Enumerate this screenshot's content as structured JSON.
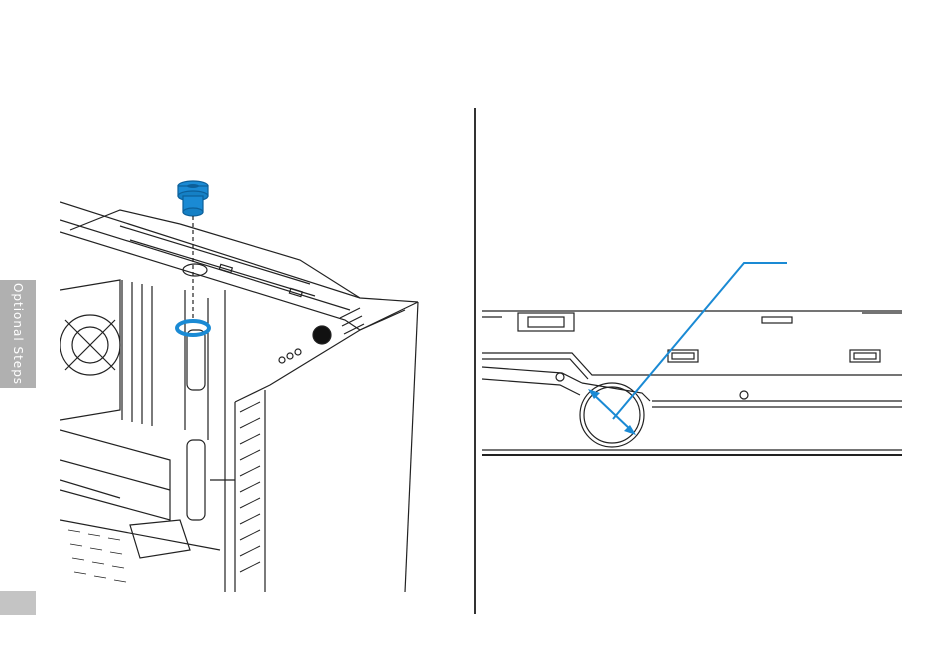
{
  "side_tab": {
    "label": "Optional Steps"
  },
  "colors": {
    "accent": "#1a8ad4",
    "accent_dark": "#0c5f99",
    "side_tab": "#b0b0b0",
    "page_block": "#c4c4c4",
    "line_art": "#222222"
  },
  "figures": {
    "left": {
      "icon": "grommet-insertion-illustration"
    },
    "right": {
      "icon": "grommet-hole-detail-illustration"
    }
  }
}
